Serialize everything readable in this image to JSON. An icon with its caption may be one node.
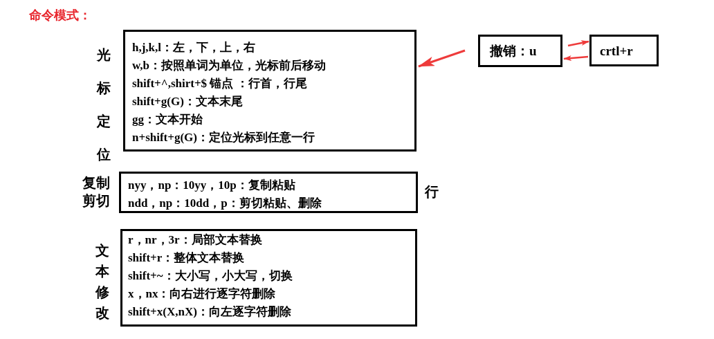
{
  "diagram": {
    "title": "命令模式：",
    "nodes": [
      {
        "text": [
          "光标定位",
          "h,j,k,l：左，下，上，右",
          "w,b：按照单词为单位，光标前后移动",
          "shift+^,shirt+$ 锚点 ：行首，行尾",
          "shift+g(G)：文本末尾",
          "gg：文本开始",
          "n+shift+g(G)：定位光标到任意一行"
        ]
      },
      {
        "text": [
          "复制剪切",
          "nyy，np：10yy，10p：复制粘贴",
          "ndd，np：10dd，p：剪切粘贴、删除"
        ],
        "beside": [
          "行"
        ]
      },
      {
        "text": [
          "文本修改",
          "r，nr，3r：局部文本替换",
          "shift+r：整体文本替换",
          "shift+~：大小写，小大写，切换",
          "x，nx：向右进行逐字符删除",
          "shift+x(X,nX)：向左逐字符删除"
        ]
      },
      {
        "text": [
          "撤销：u"
        ]
      },
      {
        "text": [
          "crtl+r"
        ]
      }
    ],
    "edges": [
      {
        "from": null,
        "to": 0,
        "arrow": "to"
      },
      {
        "from": 3,
        "to": 4,
        "arrow": "to"
      },
      {
        "from": 4,
        "to": 3,
        "arrow": "to"
      }
    ]
  }
}
